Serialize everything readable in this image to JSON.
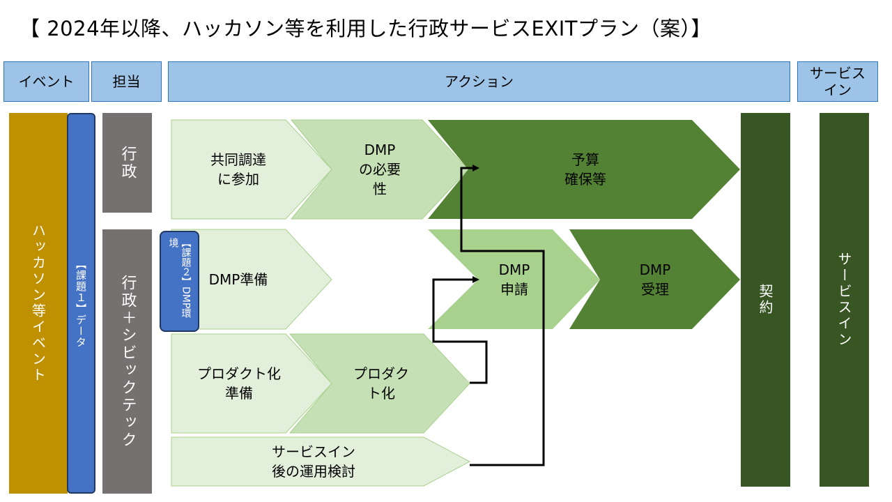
{
  "title": "【 2024年以降、ハッカソン等を利用した行政サービスEXITプラン（案）】",
  "headers": {
    "event": "イベント",
    "owner": "担当",
    "action": "アクション",
    "service_in": "サービス\nイン"
  },
  "columns": {
    "event": "ハッカソン等イベント",
    "issue1": "【課題１】データ",
    "gov": "行政",
    "gov_civic": "行政＋シビックテック",
    "issue2": "【課題２】DMP環境",
    "contract": "契約",
    "service_in": "サービスイン"
  },
  "steps": {
    "joint_procurement": "共同調達\nに参加",
    "dmp_necessity": "DMP\nの必要\n性",
    "budget": "予算\n確保等",
    "dmp_prep": "DMP準備",
    "dmp_apply": "DMP\n申請",
    "dmp_accept": "DMP\n受理",
    "productize_prep": "プロダクト化\n準備",
    "productize": "プロダク\nト化",
    "post_service": "サービスイン\n後の運用検討"
  },
  "colors": {
    "header_fill": "#9dc3e6",
    "header_border": "#2e75b6",
    "event_bar": "#bf9000",
    "issue_bar": "#4472c4",
    "owner_bar": "#767171",
    "light_green": "#e2efda",
    "mid_green": "#c5e0b4",
    "mid_green2": "#a9d18e",
    "dark_green": "#548235",
    "darkest_green": "#375623"
  }
}
